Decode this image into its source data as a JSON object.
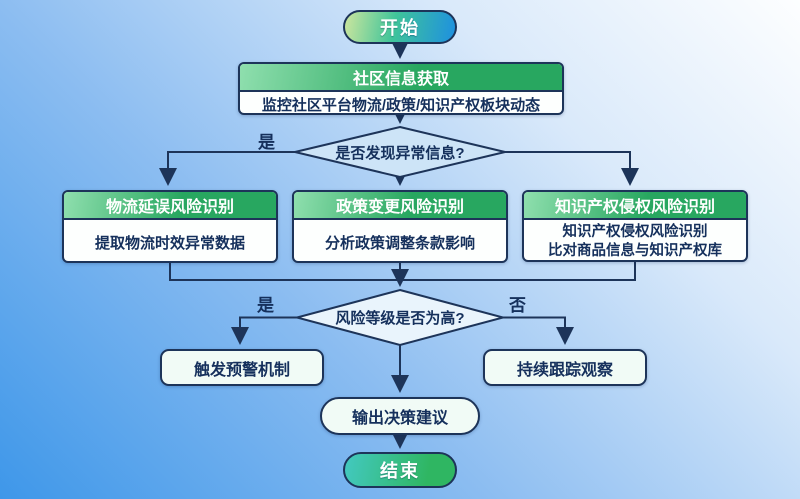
{
  "flowchart": {
    "start": {
      "label": "开始"
    },
    "community": {
      "title": "社区信息获取",
      "body": "监控社区平台物流/政策/知识产权板块动态"
    },
    "decision1": {
      "label": "是否发现异常信息?",
      "yes_label": "是"
    },
    "branches": [
      {
        "title": "物流延误风险识别",
        "body": [
          "提取物流时效异常数据"
        ]
      },
      {
        "title": "政策变更风险识别",
        "body": [
          "分析政策调整条款影响"
        ]
      },
      {
        "title": "知识产权侵权风险识别",
        "body": [
          "知识产权侵权风险识别",
          "比对商品信息与知识产权库"
        ]
      }
    ],
    "decision2": {
      "label": "风险等级是否为高?",
      "yes_label": "是",
      "no_label": "否"
    },
    "high_action": {
      "label": "触发预警机制"
    },
    "low_action": {
      "label": "持续跟踪观察"
    },
    "output": {
      "label": "输出决策建议"
    },
    "end": {
      "label": "结束"
    }
  },
  "colors": {
    "bg_top_right": "#fdfeff",
    "bg_bottom_left": "#3e97e9",
    "line": "#1d3459",
    "border": "#1d3459",
    "node_text": "#15305c",
    "header_green_light": "#8fdfae",
    "header_green": "#28a760",
    "body_fill": "#fdfffe",
    "diamond1_fill": "#cde4f7",
    "diamond2_fill": "#e9f4fc",
    "action_fill": "#f1fbf6",
    "start_grad_1": "#cde69e",
    "start_grad_2": "#3fc49a",
    "start_grad_3": "#1e90e0",
    "end_grad_1": "#43c9c0",
    "end_grad_2": "#2fb662"
  }
}
